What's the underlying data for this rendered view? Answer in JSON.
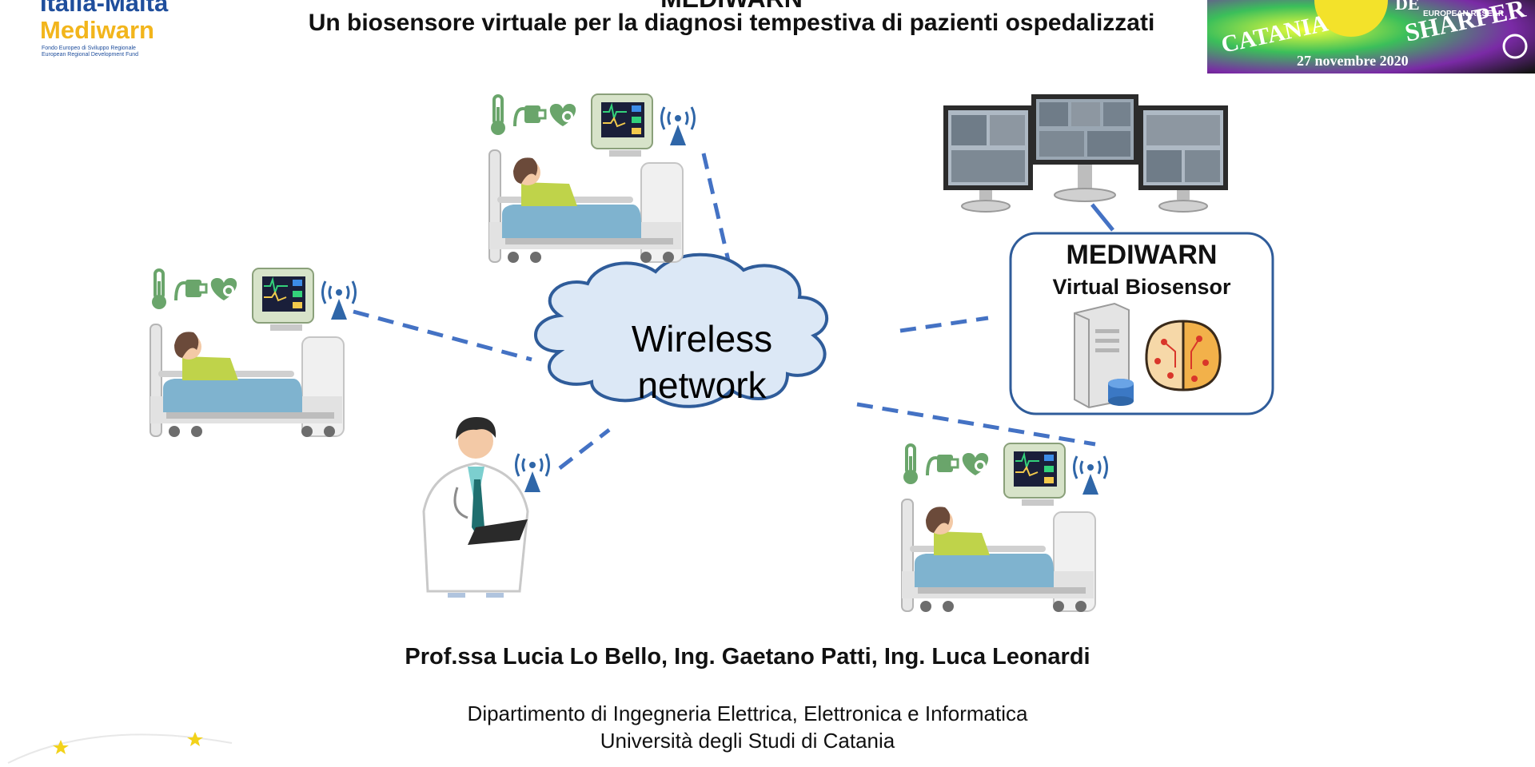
{
  "header": {
    "logo_line1": "Italia-Malta",
    "logo_line2": "Mediwarn",
    "logo_small1": "Fondo Europeo di Sviluppo Regionale",
    "logo_small2": "European Regional Development Fund",
    "title": "MEDIWARN",
    "subtitle": "Un biosensore virtuale per la diagnosi tempestiva di pazienti ospedalizzati",
    "banner": {
      "left_text": "CATANIA",
      "right_text": "SHARPER",
      "date": "27 novembre 2020",
      "tag1": "DE",
      "tag2": "EUROPEAN RESEAR"
    }
  },
  "diagram": {
    "cloud_line1": "Wireless",
    "cloud_line2": "network",
    "box_title": "MEDIWARN",
    "box_subtitle": "Virtual Biosensor"
  },
  "credits": {
    "names": "Prof.ssa Lucia Lo Bello, Ing. Gaetano Patti, Ing. Luca Leonardi",
    "department": "Dipartimento di Ingegneria Elettrica, Elettronica e Informatica",
    "university": "Università degli Studi di Catania"
  },
  "colors": {
    "link": "#4472c4",
    "cloud_fill": "#dce8f6",
    "cloud_stroke": "#2f5c9a",
    "icon_green": "#6aa56b",
    "bed_blue": "#7fb3cf"
  }
}
